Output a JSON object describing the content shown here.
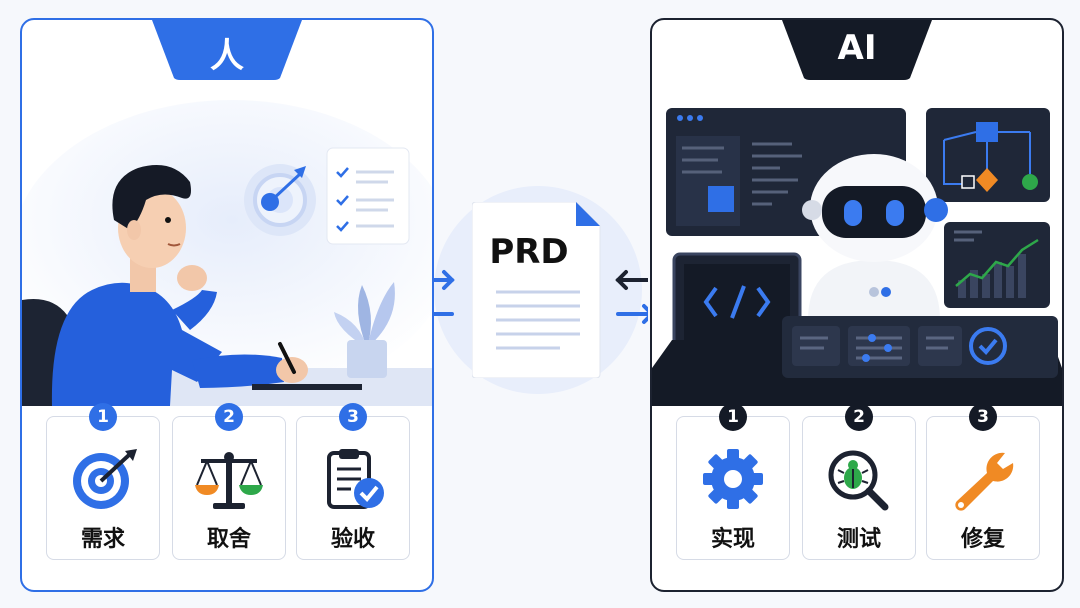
{
  "human": {
    "tab_label": "人",
    "steps": [
      {
        "number": "1",
        "label": "需求",
        "icon": "target-icon"
      },
      {
        "number": "2",
        "label": "取舍",
        "icon": "balance-scale-icon"
      },
      {
        "number": "3",
        "label": "验收",
        "icon": "clipboard-check-icon"
      }
    ]
  },
  "ai": {
    "tab_label": "AI",
    "steps": [
      {
        "number": "1",
        "label": "实现",
        "icon": "gear-icon"
      },
      {
        "number": "2",
        "label": "测试",
        "icon": "bug-magnifier-icon"
      },
      {
        "number": "3",
        "label": "修复",
        "icon": "wrench-icon"
      }
    ]
  },
  "center": {
    "document_label": "PRD"
  },
  "colors": {
    "human_accent": "#2f6fe6",
    "ai_accent": "#141a26",
    "check_blue": "#2f6fe6",
    "orange": "#f08a24",
    "green": "#2ea84a"
  }
}
